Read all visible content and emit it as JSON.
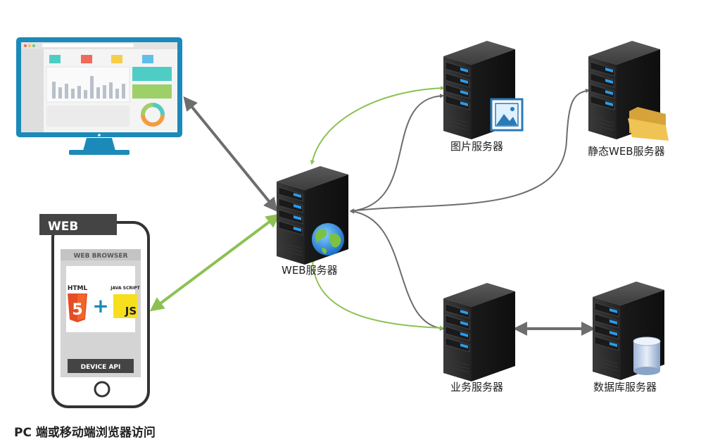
{
  "servers": {
    "web": "WEB服务器",
    "image": "图片服务器",
    "static_web": "静态WEB服务器",
    "business": "业务服务器",
    "database": "数据库服务器"
  },
  "phone": {
    "tag": "WEB",
    "browser_title": "WEB BROWSER",
    "html_label": "HTML",
    "html_badge": "5",
    "js_small_label": "JAVA SCRIPT",
    "js_badge": "JS",
    "device_api": "DEVICE API"
  },
  "caption": "PC 端或移动端浏览器访问",
  "colors": {
    "green_arrow": "#8cc152",
    "gray_arrow": "#6d6d6d",
    "monitor_frame": "#1b8ab8",
    "server_body": "#2a2a2a",
    "server_led": "#2d9be8"
  }
}
